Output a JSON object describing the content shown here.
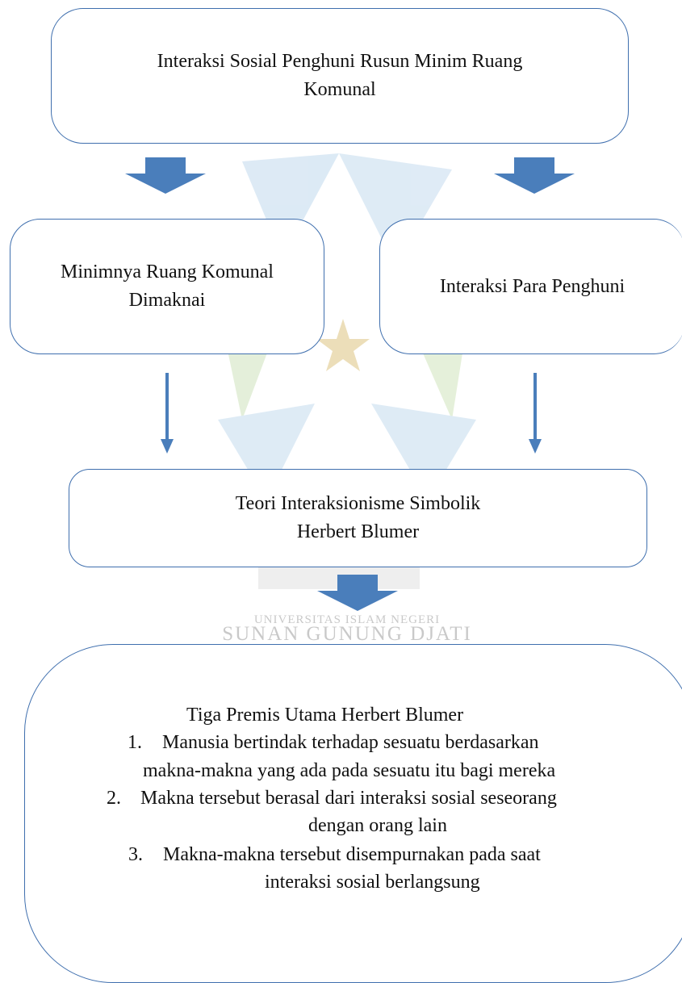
{
  "diagram": {
    "top_box": {
      "line1": "Interaksi Sosial Penghuni Rusun Minim Ruang",
      "line2": "Komunal"
    },
    "left_box": {
      "line1": "Minimnya Ruang Komunal",
      "line2": "Dimaknai"
    },
    "right_box": {
      "text": "Interaksi Para Penghuni"
    },
    "theory_box": {
      "line1": "Teori Interaksionisme Simbolik",
      "line2": "Herbert Blumer"
    },
    "premis_box": {
      "title": "Tiga Premis Utama Herbert Blumer",
      "items": [
        {
          "number": "1.",
          "line1": "Manusia bertindak terhadap sesuatu berdasarkan",
          "line2": "makna-makna yang ada pada sesuatu itu bagi mereka"
        },
        {
          "number": "2.",
          "line1": "Makna tersebut berasal dari interaksi sosial seseorang",
          "line2": "dengan orang lain"
        },
        {
          "number": "3.",
          "line1": "Makna-makna tersebut disempurnakan pada saat",
          "line2": "interaksi sosial berlangsung"
        }
      ]
    }
  },
  "watermark": {
    "line1": "UNIVERSITAS ISLAM NEGERI",
    "line2": "SUNAN GUNUNG DJATI"
  },
  "colors": {
    "arrow": "#4a7ebb",
    "border": "#3f6fae",
    "watermark_blue": "#d7e7f3",
    "watermark_green": "#e6f0d8",
    "watermark_gold": "#efe2c0"
  }
}
